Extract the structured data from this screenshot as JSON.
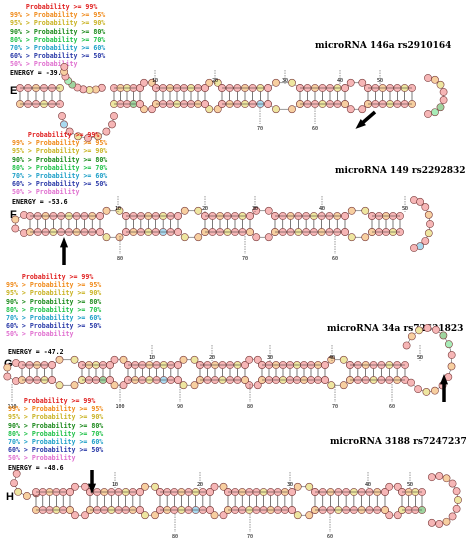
{
  "legend": [
    {
      "text": "    Probability >= 99%",
      "color": "#e02020"
    },
    {
      "text": "99% > Probability >= 95%",
      "color": "#f08a1a"
    },
    {
      "text": "95% > Probability >= 90%",
      "color": "#c9b324"
    },
    {
      "text": "90% > Probability >= 80%",
      "color": "#1c8a1c"
    },
    {
      "text": "80% > Probability >= 70%",
      "color": "#21c24a"
    },
    {
      "text": "70% > Probability >= 60%",
      "color": "#1fa0c8"
    },
    {
      "text": "60% > Probability >= 50%",
      "color": "#2a3aa8"
    },
    {
      "text": "50% > Probability",
      "color": "#e070d0"
    }
  ],
  "panels": [
    {
      "letter": "E",
      "title": "microRNA 146a rs2910164",
      "energy": "ENERGY = -39.0",
      "ticks": [
        "10",
        "20",
        "30",
        "40",
        "50",
        "60",
        "70"
      ]
    },
    {
      "letter": "F",
      "title": "microRNA 149 rs2292832",
      "energy": "ENERGY = -53.6",
      "ticks": [
        "10",
        "20",
        "30",
        "40",
        "50",
        "60",
        "70",
        "80"
      ]
    },
    {
      "letter": "G",
      "title": "microRNA 34a rs72631823",
      "energy": "ENERGY = -47.2",
      "ticks": [
        "10",
        "20",
        "30",
        "40",
        "50",
        "60",
        "70",
        "80",
        "90",
        "100",
        "110"
      ]
    },
    {
      "letter": "H",
      "title": "microRNA 3188 rs7247237",
      "energy": "ENERGY = -48.6",
      "ticks": [
        "10",
        "20",
        "30",
        "40",
        "50",
        "60",
        "70",
        "80"
      ]
    }
  ]
}
